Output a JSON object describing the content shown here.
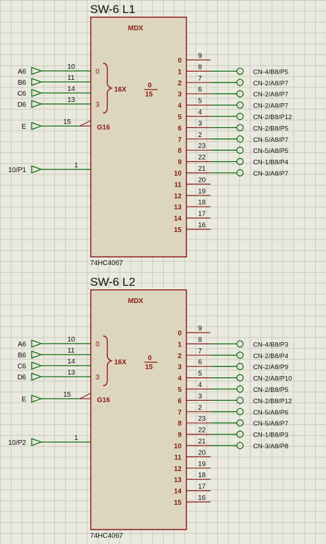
{
  "colors": {
    "chip_border": "#8b1a1a",
    "chip_fill": "#dcd6bf",
    "wire": "#0b6b0b",
    "text_dark": "#111111",
    "text_chip": "#8b1a1a"
  },
  "chips": [
    {
      "title": "SW-6 L1",
      "type_label": "MDX",
      "part_number": "74HC4067",
      "inputs": [
        {
          "net": "A6",
          "pin": "10",
          "label": "0"
        },
        {
          "net": "B6",
          "pin": "11",
          "label": ""
        },
        {
          "net": "C6",
          "pin": "14",
          "label": ""
        },
        {
          "net": "D6",
          "pin": "13",
          "label": "3"
        }
      ],
      "mux_label": "16X",
      "range_top": "0",
      "range_bottom": "15",
      "enable": {
        "net": "E",
        "pin": "15",
        "label": "G16"
      },
      "io": {
        "net": "10/P1",
        "pin": "1"
      },
      "outputs": [
        {
          "index": "0",
          "pin": "9",
          "net": ""
        },
        {
          "index": "1",
          "pin": "8",
          "net": "CN-4/B8/P5"
        },
        {
          "index": "2",
          "pin": "7",
          "net": "CN-2/A8/P7"
        },
        {
          "index": "3",
          "pin": "6",
          "net": "CN-2/A8/P7"
        },
        {
          "index": "4",
          "pin": "5",
          "net": "CN-2/A8/P7"
        },
        {
          "index": "5",
          "pin": "4",
          "net": "CN-2/B8/P12"
        },
        {
          "index": "6",
          "pin": "3",
          "net": "CN-2/B8/P5"
        },
        {
          "index": "7",
          "pin": "2",
          "net": "CN-5/A8/P7"
        },
        {
          "index": "8",
          "pin": "23",
          "net": "CN-5/A8/P5"
        },
        {
          "index": "9",
          "pin": "22",
          "net": "CN-1/B8/P4"
        },
        {
          "index": "10",
          "pin": "21",
          "net": "CN-3/A8/P7"
        },
        {
          "index": "11",
          "pin": "20",
          "net": ""
        },
        {
          "index": "12",
          "pin": "19",
          "net": ""
        },
        {
          "index": "13",
          "pin": "18",
          "net": ""
        },
        {
          "index": "14",
          "pin": "17",
          "net": ""
        },
        {
          "index": "15",
          "pin": "16",
          "net": ""
        }
      ]
    },
    {
      "title": "SW-6 L2",
      "type_label": "MDX",
      "part_number": "74HC4067",
      "inputs": [
        {
          "net": "A6",
          "pin": "10",
          "label": "0"
        },
        {
          "net": "B6",
          "pin": "11",
          "label": ""
        },
        {
          "net": "C6",
          "pin": "14",
          "label": ""
        },
        {
          "net": "D6",
          "pin": "13",
          "label": "3"
        }
      ],
      "mux_label": "16X",
      "range_top": "0",
      "range_bottom": "15",
      "enable": {
        "net": "E",
        "pin": "15",
        "label": "G16"
      },
      "io": {
        "net": "10/P2",
        "pin": "1"
      },
      "outputs": [
        {
          "index": "0",
          "pin": "9",
          "net": ""
        },
        {
          "index": "1",
          "pin": "8",
          "net": "CN-4/B8/P3"
        },
        {
          "index": "2",
          "pin": "7",
          "net": "CN-2/B8/P4"
        },
        {
          "index": "3",
          "pin": "6",
          "net": "CN-2/A8/P9"
        },
        {
          "index": "4",
          "pin": "5",
          "net": "CN-2/A8/P10"
        },
        {
          "index": "5",
          "pin": "4",
          "net": "CN-2/B8/P5"
        },
        {
          "index": "6",
          "pin": "3",
          "net": "CN-2/B8/P12"
        },
        {
          "index": "7",
          "pin": "2",
          "net": "CN-5/A8/P6"
        },
        {
          "index": "8",
          "pin": "23",
          "net": "CN-5/A8/P7"
        },
        {
          "index": "9",
          "pin": "22",
          "net": "CN-1/B8/P3"
        },
        {
          "index": "10",
          "pin": "21",
          "net": "CN-3/A8/P8"
        },
        {
          "index": "11",
          "pin": "20",
          "net": ""
        },
        {
          "index": "12",
          "pin": "19",
          "net": ""
        },
        {
          "index": "13",
          "pin": "18",
          "net": ""
        },
        {
          "index": "14",
          "pin": "17",
          "net": ""
        },
        {
          "index": "15",
          "pin": "16",
          "net": ""
        }
      ]
    }
  ]
}
